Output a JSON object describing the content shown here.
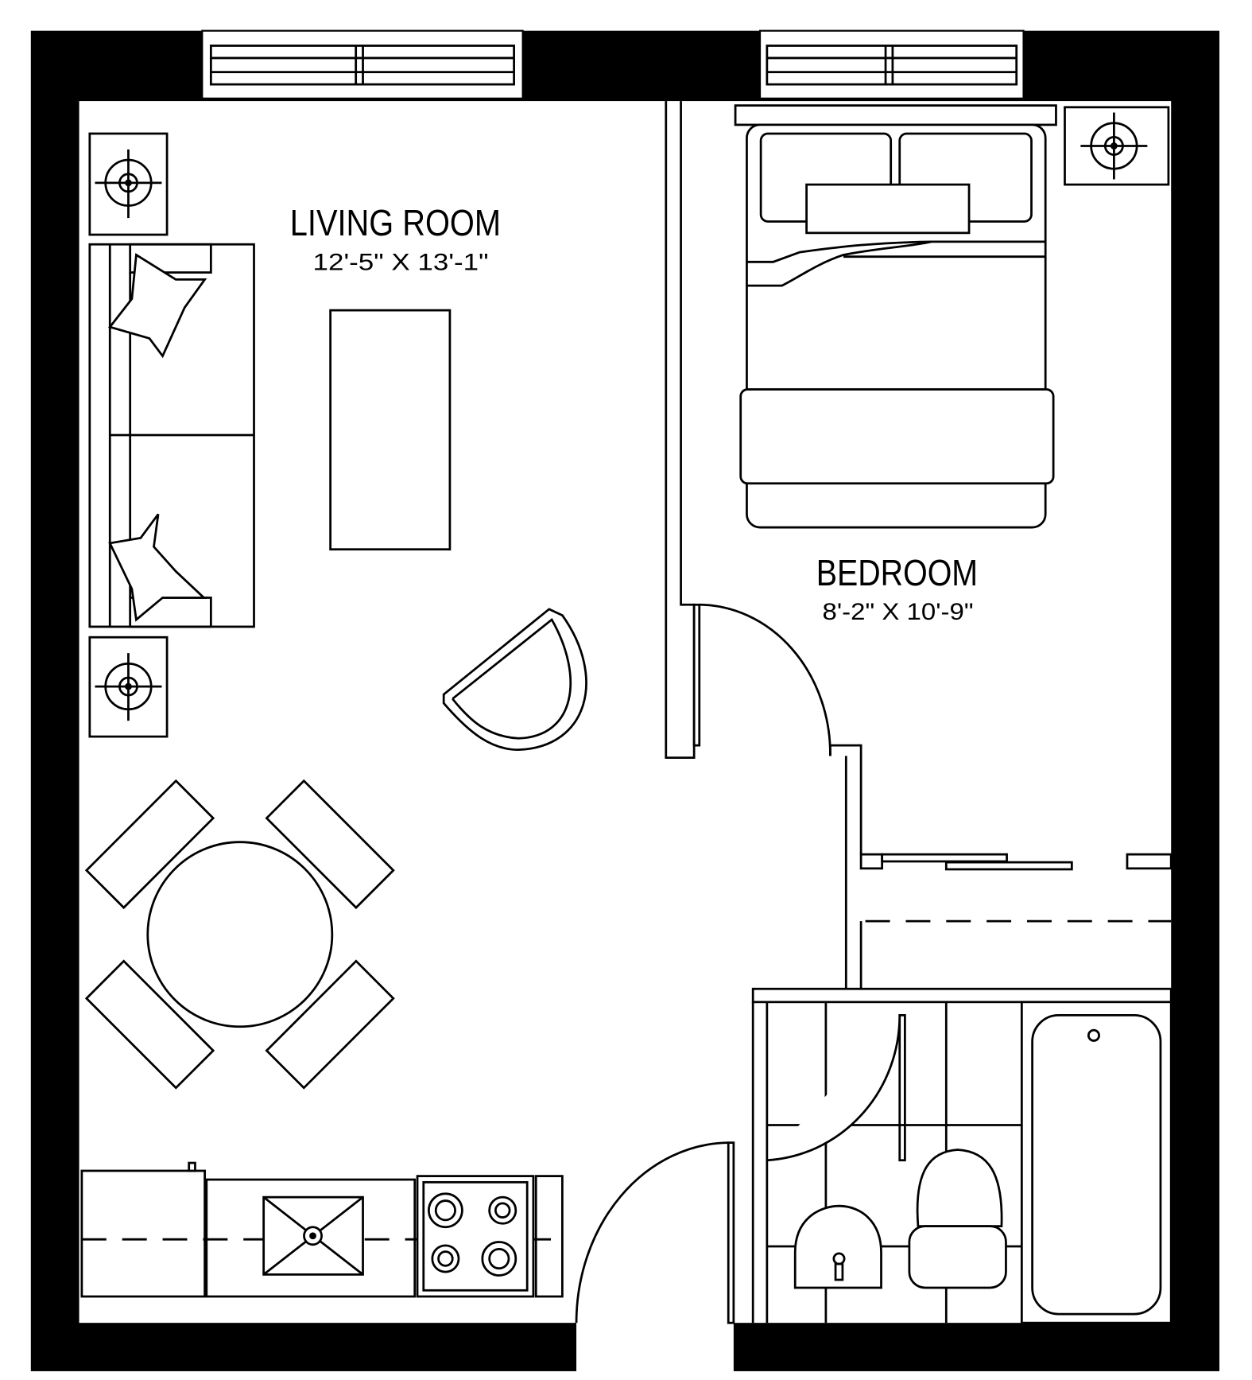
{
  "rooms": {
    "living": {
      "name": "LIVING ROOM",
      "dimensions": "12'-5\" X 13'-1\""
    },
    "bedroom": {
      "name": "BEDROOM",
      "dimensions": "8'-2\" X 10'-9\""
    }
  },
  "colors": {
    "wall": "#000000",
    "background": "#ffffff"
  }
}
